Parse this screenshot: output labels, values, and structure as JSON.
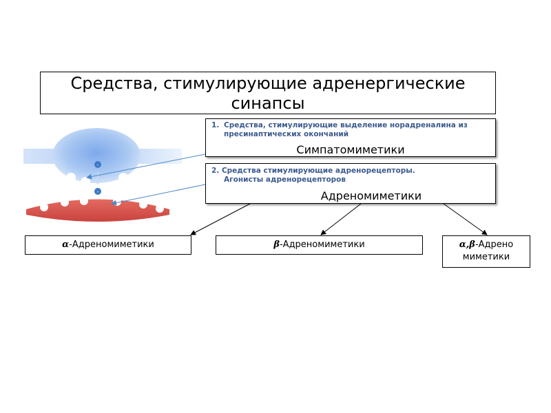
{
  "title": "Средства, стимулирующие адренергические синапсы",
  "categories": [
    {
      "number": "1.",
      "description_line1": "Средства, стимулирующие выделение норадреналина из",
      "description_line2": "пресинаптических окончаний",
      "name": "Симпатомиметики"
    },
    {
      "number": "2.",
      "description_line1": "Средства стимулирующие адренорецепторы.",
      "description_line2": "Агонисты адренорецепторов",
      "name": "Адреномиметики"
    }
  ],
  "subtypes": [
    {
      "greek": "α",
      "suffix": "-Адреномиметики"
    },
    {
      "greek": "β",
      "suffix": "-Адреномиметики"
    },
    {
      "greek": "α,β",
      "suffix_line1": "-Адрено",
      "suffix_line2": "миметики"
    }
  ],
  "colors": {
    "presynaptic": "#a9c8f2",
    "membrane": "#d9574f",
    "desc_text": "#3c5a8e",
    "pointer_line": "#4a86c8"
  }
}
